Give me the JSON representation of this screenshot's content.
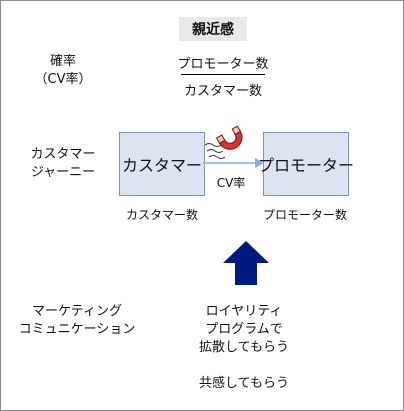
{
  "header": {
    "title": "親近感",
    "formula_numerator": "プロモーター数",
    "formula_denominator": "カスタマー数"
  },
  "rows": {
    "probability_label_line1": "確率",
    "probability_label_line2": "（CV率）",
    "journey_label_line1": "カスタマー",
    "journey_label_line2": "ジャーニー",
    "marketing_label_line1": "マーケティング",
    "marketing_label_line2": "コミュニケーション"
  },
  "nodes": {
    "customer": {
      "label": "カスタマー",
      "caption": "カスタマー数"
    },
    "promoter": {
      "label": "プロモーター",
      "caption": "プロモーター数"
    }
  },
  "edge": {
    "label": "CV率"
  },
  "actions": {
    "line1": "ロイヤリティ",
    "line2": "プログラムで",
    "line3": "拡散してもらう",
    "line4": "共感してもらう"
  },
  "colors": {
    "node_fill": "#dbe4f0",
    "node_border": "#7f93b5",
    "arrow_blue": "#7fb0e0",
    "big_arrow": "#001a80",
    "magnet_red": "#d8342f",
    "magnet_pink": "#f3c2c2",
    "title_bg": "#e9e9e9"
  },
  "icons": {
    "magnet": "magnet-icon",
    "up_arrow": "up-arrow-icon"
  }
}
